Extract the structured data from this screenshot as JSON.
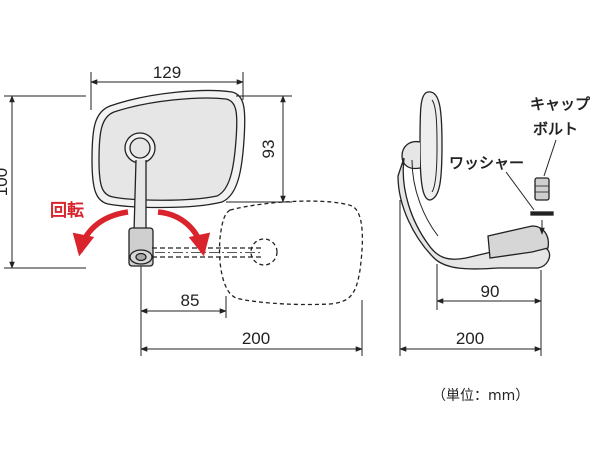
{
  "dimensions": {
    "top_width": "129",
    "height_full": "100",
    "mirror_height": "93",
    "arm_offset": "85",
    "total_width_front": "200",
    "side_depth": "90",
    "total_width_side": "200"
  },
  "labels": {
    "rotation": "回転",
    "cap_bolt_line1": "キャップ",
    "cap_bolt_line2": "ボルト",
    "washer": "ワッシャー",
    "unit": "（単位：mm）"
  },
  "colors": {
    "rotation_arrow": "#d9232d",
    "mirror_glass": "#e6e6e6",
    "line": "#222222"
  }
}
